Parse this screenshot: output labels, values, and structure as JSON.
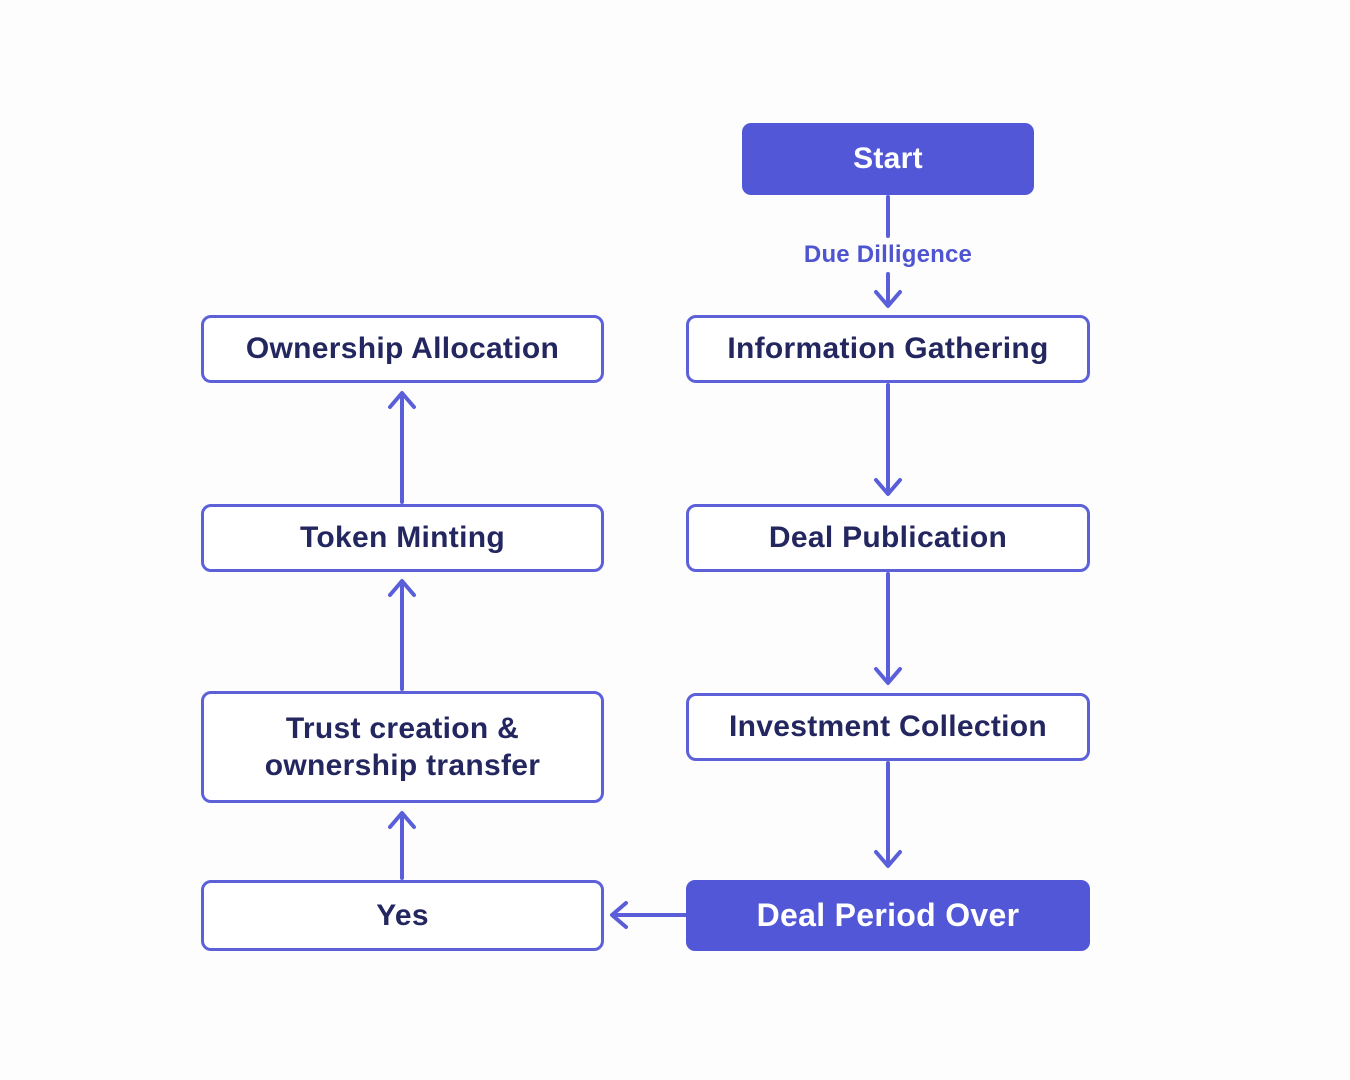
{
  "diagram": {
    "type": "flowchart",
    "colors": {
      "accent_fill": "#5257d8",
      "node_border": "#5c61da",
      "arrow": "#5a5ed8",
      "node_text": "#23265f",
      "filled_node_text": "#ffffff",
      "edge_label_text": "#4f54d0",
      "background": "#fdfdfd"
    },
    "nodes": {
      "start": {
        "label": "Start",
        "style": "filled"
      },
      "information_gathering": {
        "label": "Information Gathering",
        "style": "outline"
      },
      "deal_publication": {
        "label": "Deal Publication",
        "style": "outline"
      },
      "investment_collection": {
        "label": "Investment Collection",
        "style": "outline"
      },
      "deal_period_over": {
        "label": "Deal Period Over",
        "style": "filled"
      },
      "yes": {
        "label": "Yes",
        "style": "outline"
      },
      "trust_creation": {
        "label": "Trust creation & ownership transfer",
        "style": "outline"
      },
      "token_minting": {
        "label": "Token Minting",
        "style": "outline"
      },
      "ownership_allocation": {
        "label": "Ownership Allocation",
        "style": "outline"
      }
    },
    "edges": [
      {
        "from": "start",
        "to": "information_gathering",
        "label": "Due Dilligence",
        "direction": "down"
      },
      {
        "from": "information_gathering",
        "to": "deal_publication",
        "direction": "down"
      },
      {
        "from": "deal_publication",
        "to": "investment_collection",
        "direction": "down"
      },
      {
        "from": "investment_collection",
        "to": "deal_period_over",
        "direction": "down"
      },
      {
        "from": "deal_period_over",
        "to": "yes",
        "direction": "left"
      },
      {
        "from": "yes",
        "to": "trust_creation",
        "direction": "up"
      },
      {
        "from": "trust_creation",
        "to": "token_minting",
        "direction": "up"
      },
      {
        "from": "token_minting",
        "to": "ownership_allocation",
        "direction": "up"
      }
    ]
  }
}
